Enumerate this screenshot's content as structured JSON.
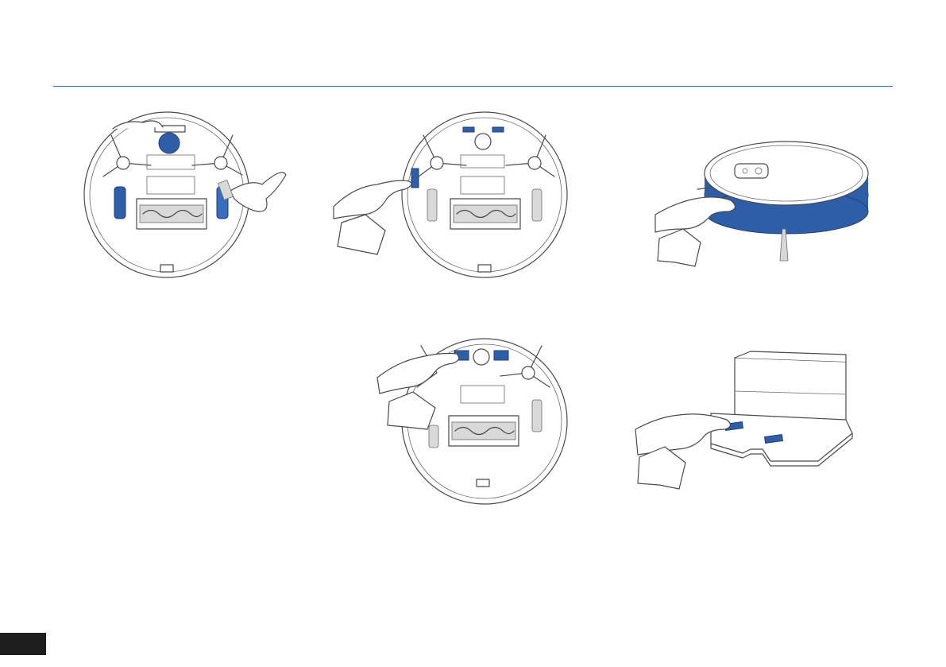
{
  "page": {
    "tab_label": ""
  },
  "colors": {
    "accent_blue": "#2f5ea8",
    "rule": "#2d6db4",
    "tab": "#1e1e1e"
  },
  "illustrations": [
    {
      "name": "clean-caster-wheel-and-drive-wheels",
      "icon": "robot-underside-brush-icon"
    },
    {
      "name": "clean-cliff-sensors-side",
      "icon": "robot-underside-wipe-icon"
    },
    {
      "name": "clean-bumper",
      "icon": "robot-top-wipe-icon"
    },
    {
      "name": "clean-cliff-sensors-front",
      "icon": "robot-underside-wipe-front-icon"
    },
    {
      "name": "clean-dock-contacts",
      "icon": "dock-wipe-icon"
    }
  ]
}
